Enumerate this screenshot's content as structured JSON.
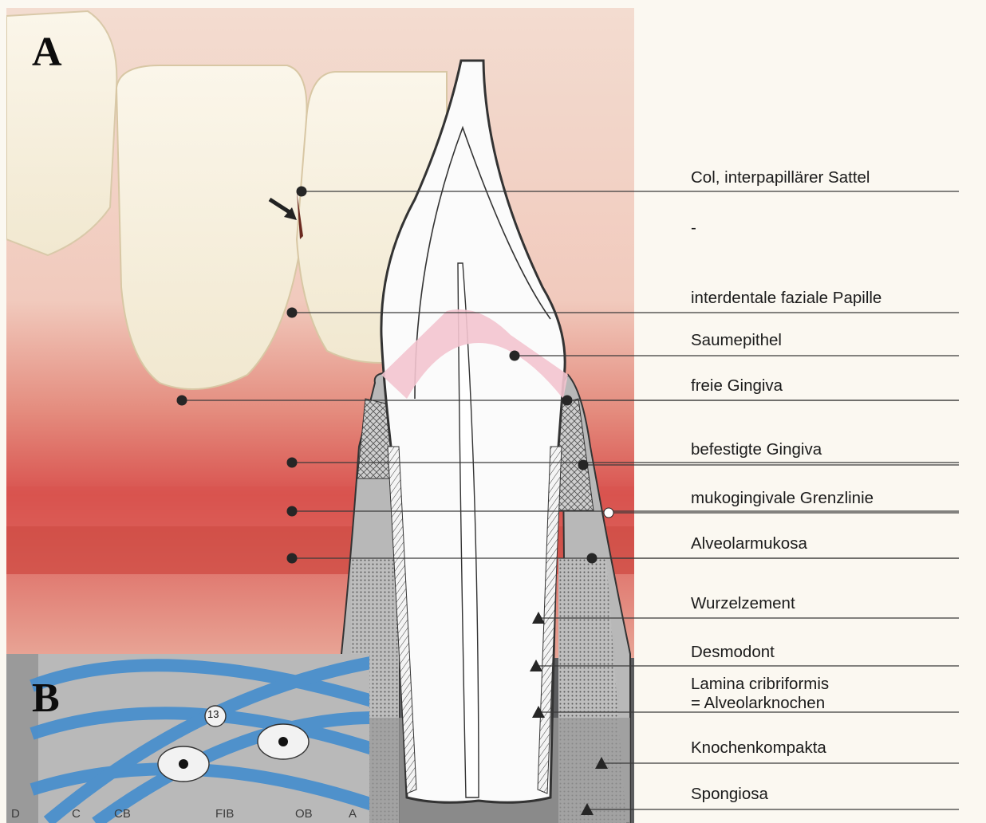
{
  "panels": {
    "a": "A",
    "b": "B"
  },
  "circle_number": "13",
  "labels": [
    "Col, interpapillärer Sattel",
    "-",
    "interdentale faziale Papille",
    "Saumepithel",
    "freie Gingiva",
    "befestigte Gingiva",
    "mukogingivale Grenzlinie",
    "Alveolarmukosa",
    "Wurzelzement",
    "Desmodont",
    "Lamina cribriformis",
    "= Alveolarknochen",
    "Knochenkompakta",
    "Spongiosa"
  ],
  "bottom_labels": [
    "D",
    "C",
    "CB",
    "FIB",
    "OB",
    "A"
  ],
  "colors": {
    "background": "#fbf8f1",
    "dark_panel": "#5b5c5e",
    "fiber_blue": "#4a8fcd",
    "gingiva_red": "#d9534f",
    "epithel_pink": "#f3c4cf"
  }
}
